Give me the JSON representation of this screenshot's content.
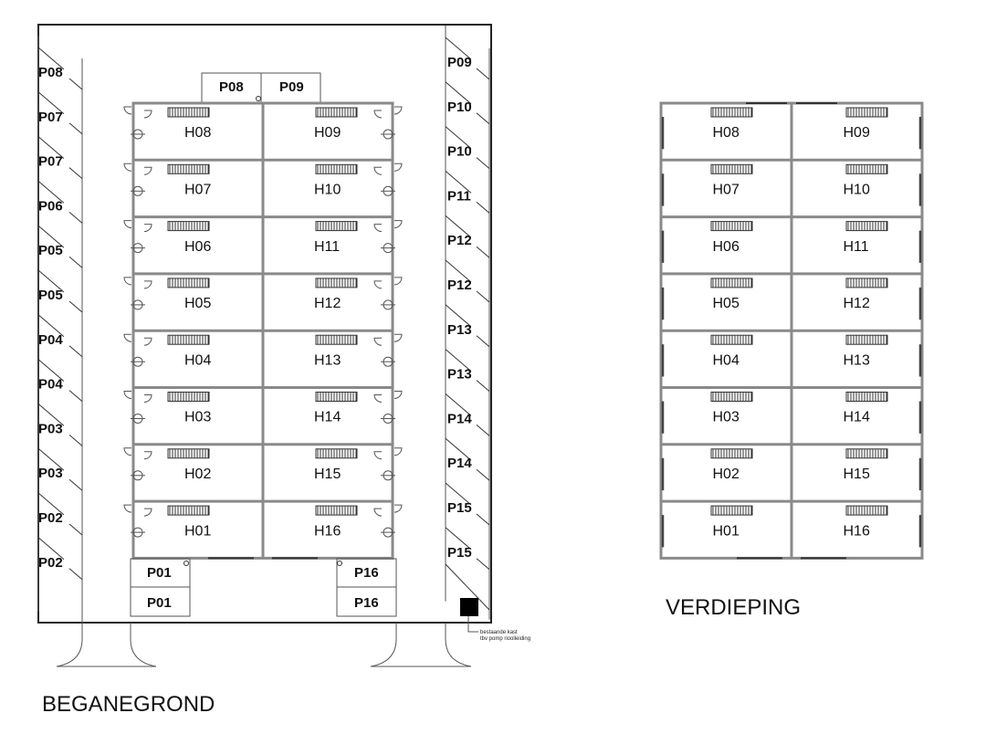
{
  "titles": {
    "ground_floor": "BEGANEGROND",
    "upper_floor": "VERDIEPING"
  },
  "ground_floor": {
    "left_parking_column": [
      "P08",
      "P07",
      "P07",
      "P06",
      "P05",
      "P05",
      "P04",
      "P04",
      "P03",
      "P03",
      "P02",
      "P02"
    ],
    "right_parking_column": [
      "P09",
      "P10",
      "P10",
      "P11",
      "P12",
      "P12",
      "P13",
      "P13",
      "P14",
      "P14",
      "P15",
      "P15"
    ],
    "top_parking": [
      "P08",
      "P09"
    ],
    "bottom_left_parking": [
      "P01",
      "P01"
    ],
    "bottom_right_parking": [
      "P16",
      "P16"
    ],
    "units_left": [
      "H08",
      "H07",
      "H06",
      "H05",
      "H04",
      "H03",
      "H02",
      "H01"
    ],
    "units_right": [
      "H09",
      "H10",
      "H11",
      "H12",
      "H13",
      "H14",
      "H15",
      "H16"
    ],
    "annotation": {
      "line1": "bestaande kast",
      "line2": "tbv pomp rioolleiding"
    }
  },
  "upper_floor": {
    "units_left": [
      "H08",
      "H07",
      "H06",
      "H05",
      "H04",
      "H03",
      "H02",
      "H01"
    ],
    "units_right": [
      "H09",
      "H10",
      "H11",
      "H12",
      "H13",
      "H14",
      "H15",
      "H16"
    ]
  }
}
